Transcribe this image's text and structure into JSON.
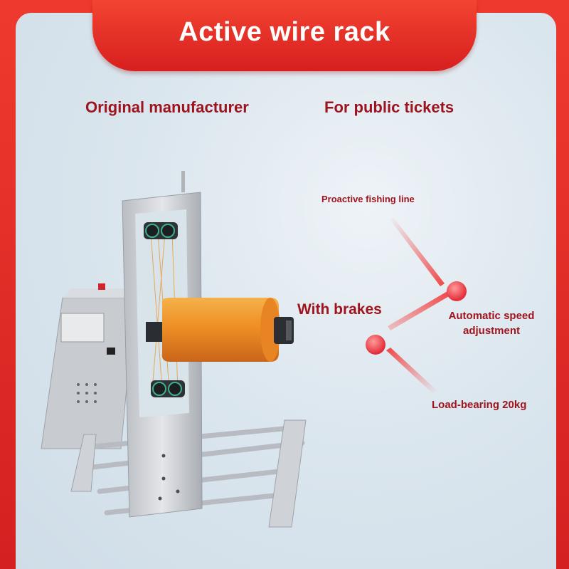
{
  "title": "Active wire rack",
  "subtitles": {
    "left": "Original manufacturer",
    "right": "For public tickets"
  },
  "annotations": {
    "fishing_line": "Proactive fishing line",
    "brakes": "With brakes",
    "speed_line1": "Automatic speed",
    "speed_line2": "adjustment",
    "load": "Load-bearing 20kg"
  },
  "colors": {
    "brand_red": "#e32626",
    "text_dark_red": "#9c1420",
    "spool_orange": "#f19a35"
  }
}
